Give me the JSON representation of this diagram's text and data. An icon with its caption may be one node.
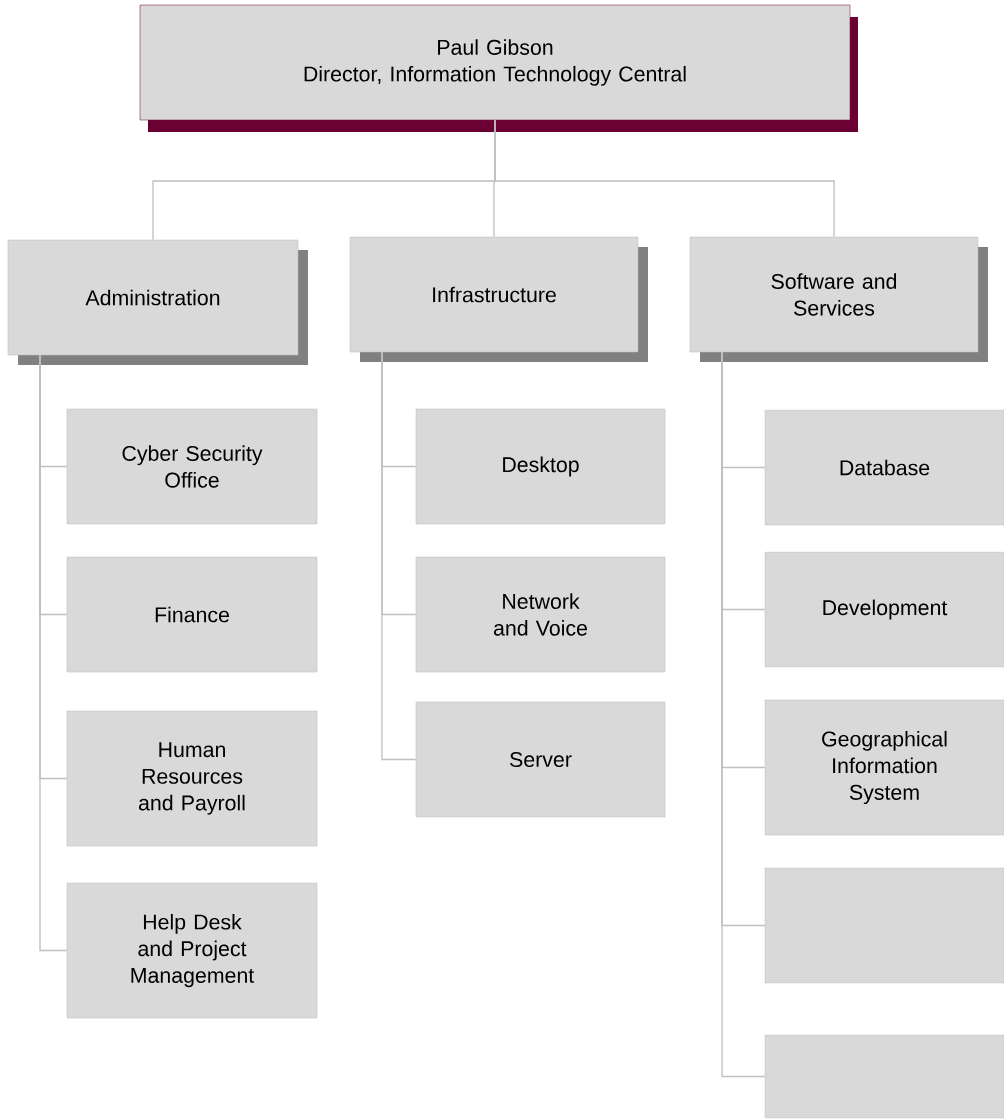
{
  "diagram": {
    "nodes": [
      {
        "text": [
          "Paul Gibson",
          "Director, Information Technology Central"
        ]
      },
      {
        "text": [
          "Administration"
        ]
      },
      {
        "text": [
          "Infrastructure"
        ]
      },
      {
        "text": [
          "Software and Services"
        ]
      },
      {
        "text": [
          "Cyber Security Office"
        ]
      },
      {
        "text": [
          "Finance"
        ]
      },
      {
        "text": [
          "Human Resources and Payroll"
        ]
      },
      {
        "text": [
          "Help Desk and Project Management"
        ]
      },
      {
        "text": [
          "Desktop"
        ]
      },
      {
        "text": [
          "Network and Voice"
        ]
      },
      {
        "text": [
          "Server"
        ]
      },
      {
        "text": [
          "Database"
        ]
      },
      {
        "text": [
          "Development"
        ]
      },
      {
        "text": [
          "Geographical Information System"
        ]
      },
      {
        "text": [],
        "shape": "box"
      },
      {
        "text": [],
        "shape": "box"
      }
    ],
    "edges": [
      {
        "from": 0,
        "to": 1,
        "arrow": "none"
      },
      {
        "from": 0,
        "to": 2,
        "arrow": "none"
      },
      {
        "from": 0,
        "to": 3,
        "arrow": "none"
      },
      {
        "from": 1,
        "to": 4,
        "arrow": "none"
      },
      {
        "from": 1,
        "to": 5,
        "arrow": "none"
      },
      {
        "from": 1,
        "to": 6,
        "arrow": "none"
      },
      {
        "from": 1,
        "to": 7,
        "arrow": "none"
      },
      {
        "from": 2,
        "to": 8,
        "arrow": "none"
      },
      {
        "from": 2,
        "to": 9,
        "arrow": "none"
      },
      {
        "from": 2,
        "to": 10,
        "arrow": "none"
      },
      {
        "from": 3,
        "to": 11,
        "arrow": "none"
      },
      {
        "from": 3,
        "to": 12,
        "arrow": "none"
      },
      {
        "from": 3,
        "to": 13,
        "arrow": "none"
      },
      {
        "from": 3,
        "to": 14,
        "arrow": "none"
      },
      {
        "from": 3,
        "to": 15,
        "arrow": "none"
      }
    ]
  }
}
